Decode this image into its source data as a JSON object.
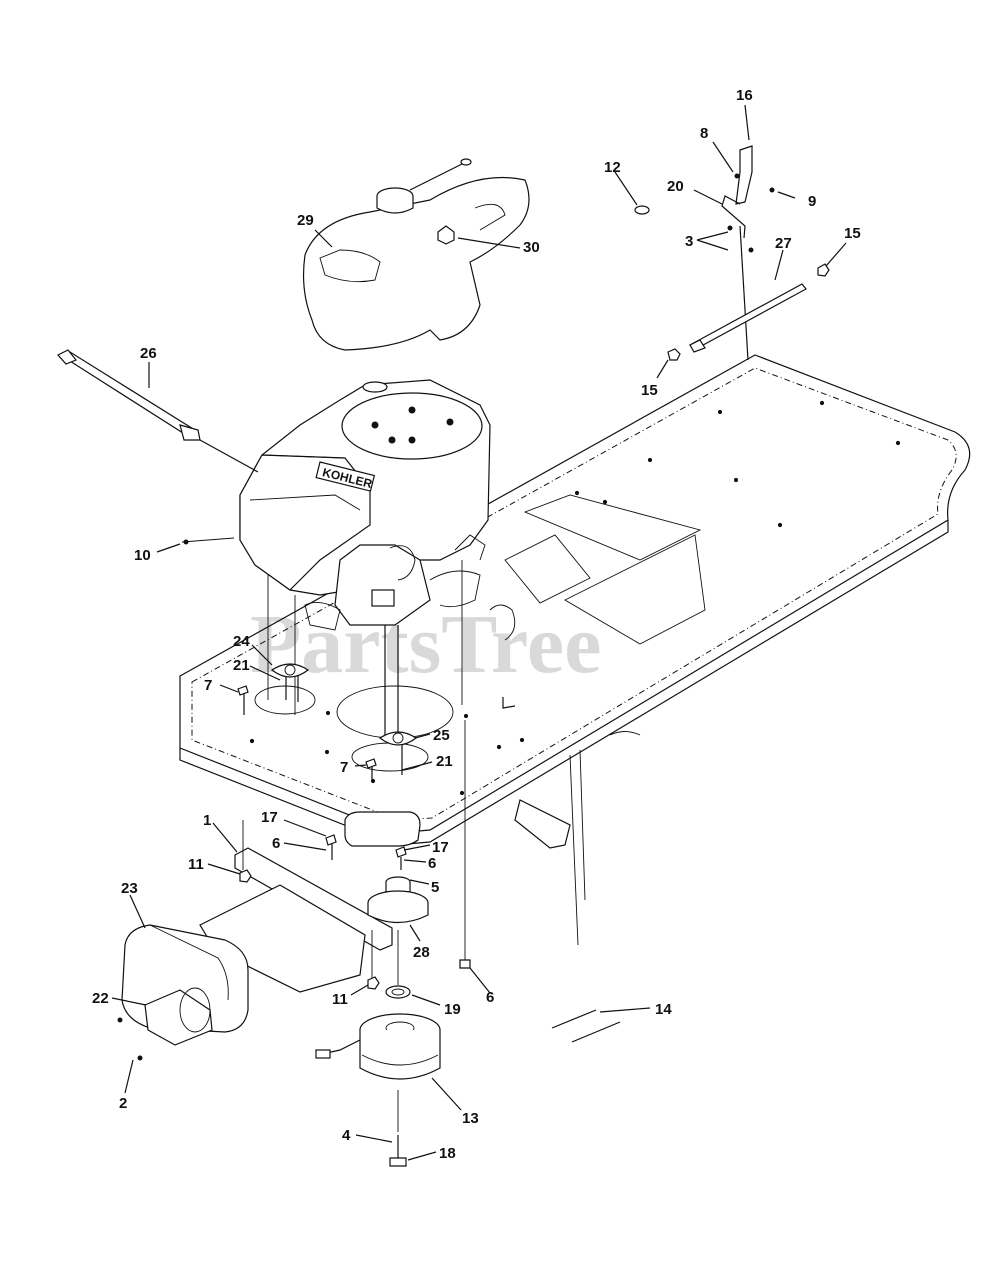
{
  "watermark": "PartsTree",
  "engine_brand": "KOHLER",
  "callouts": [
    "1",
    "2",
    "3",
    "4",
    "5",
    "6",
    "7",
    "8",
    "9",
    "10",
    "11",
    "12",
    "13",
    "14",
    "15",
    "16",
    "17",
    "18",
    "19",
    "20",
    "21",
    "22",
    "23",
    "24",
    "25",
    "26",
    "27",
    "28",
    "29",
    "30"
  ]
}
